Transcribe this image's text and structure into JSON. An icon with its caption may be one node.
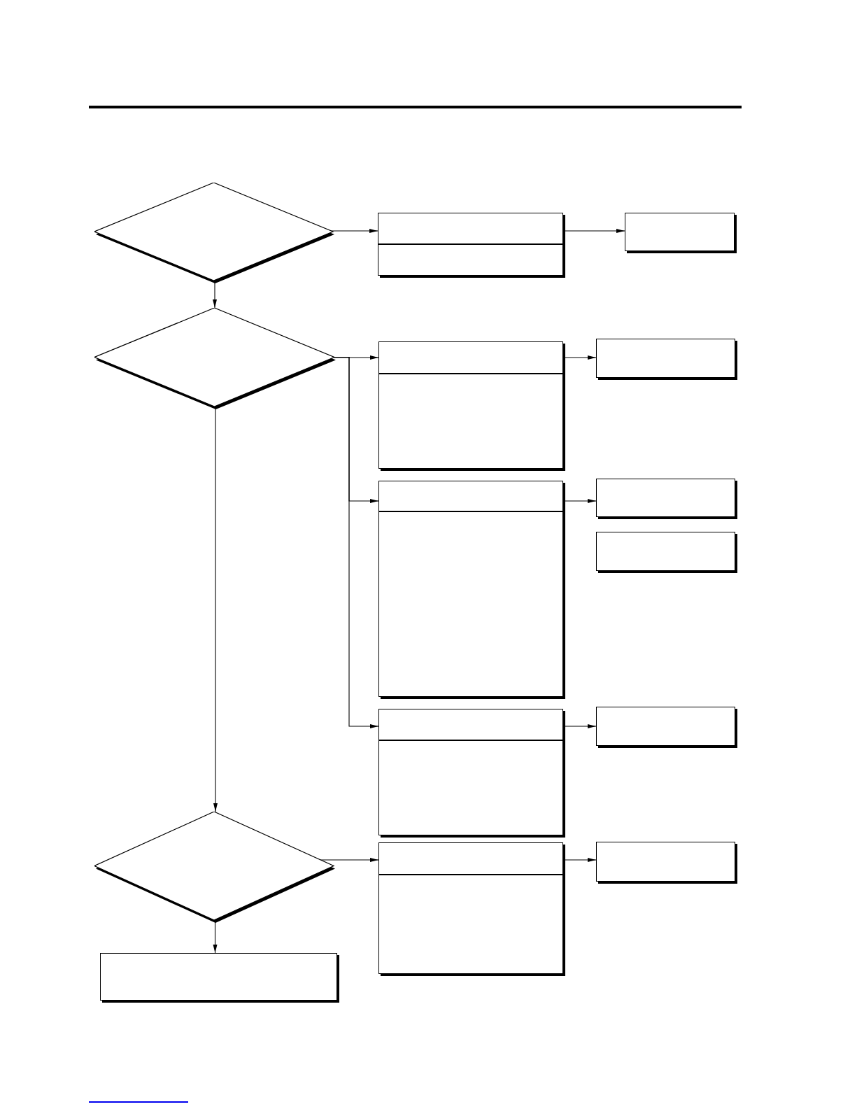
{
  "diagram": {
    "nodes": [
      {
        "text": [],
        "shape": "diamond"
      },
      {
        "text": [],
        "shape": "box"
      },
      {
        "text": [],
        "shape": "box"
      },
      {
        "text": [],
        "shape": "diamond"
      },
      {
        "text": [],
        "shape": "box"
      },
      {
        "text": [],
        "shape": "box"
      },
      {
        "text": [],
        "shape": "box"
      },
      {
        "text": [],
        "shape": "box"
      },
      {
        "text": [],
        "shape": "box"
      },
      {
        "text": [],
        "shape": "box"
      },
      {
        "text": [],
        "shape": "box"
      },
      {
        "text": [],
        "shape": "diamond"
      },
      {
        "text": [],
        "shape": "box"
      },
      {
        "text": [],
        "shape": "box"
      },
      {
        "text": [],
        "shape": "box"
      }
    ],
    "edges": [
      {
        "from": 0,
        "to": 1,
        "arrow": "to"
      },
      {
        "from": 1,
        "to": 2,
        "arrow": "to"
      },
      {
        "from": 0,
        "to": 3,
        "arrow": "to"
      },
      {
        "from": 3,
        "to": 4,
        "arrow": "to"
      },
      {
        "from": 4,
        "to": 5,
        "arrow": "to"
      },
      {
        "from": 3,
        "to": 6,
        "arrow": "to"
      },
      {
        "from": 6,
        "to": 7,
        "arrow": "to"
      },
      {
        "from": 3,
        "to": 9,
        "arrow": "to"
      },
      {
        "from": 9,
        "to": 10,
        "arrow": "to"
      },
      {
        "from": 3,
        "to": 11,
        "arrow": "to"
      },
      {
        "from": 11,
        "to": 12,
        "arrow": "to"
      },
      {
        "from": 12,
        "to": 13,
        "arrow": "to"
      },
      {
        "from": 11,
        "to": 14,
        "arrow": "to"
      }
    ]
  }
}
